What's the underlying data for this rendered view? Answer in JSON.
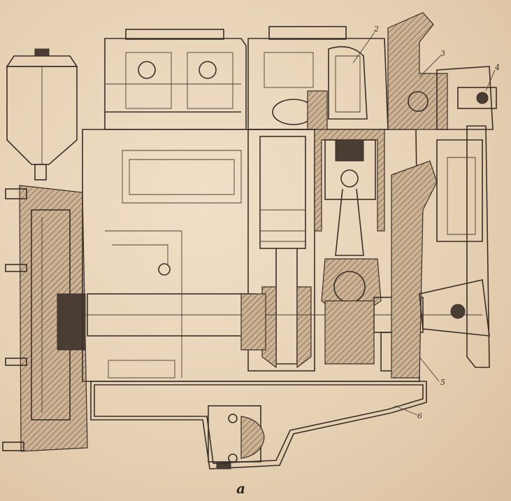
{
  "figure": {
    "caption": "a",
    "callouts": [
      "2",
      "3",
      "4",
      "5",
      "6"
    ]
  }
}
